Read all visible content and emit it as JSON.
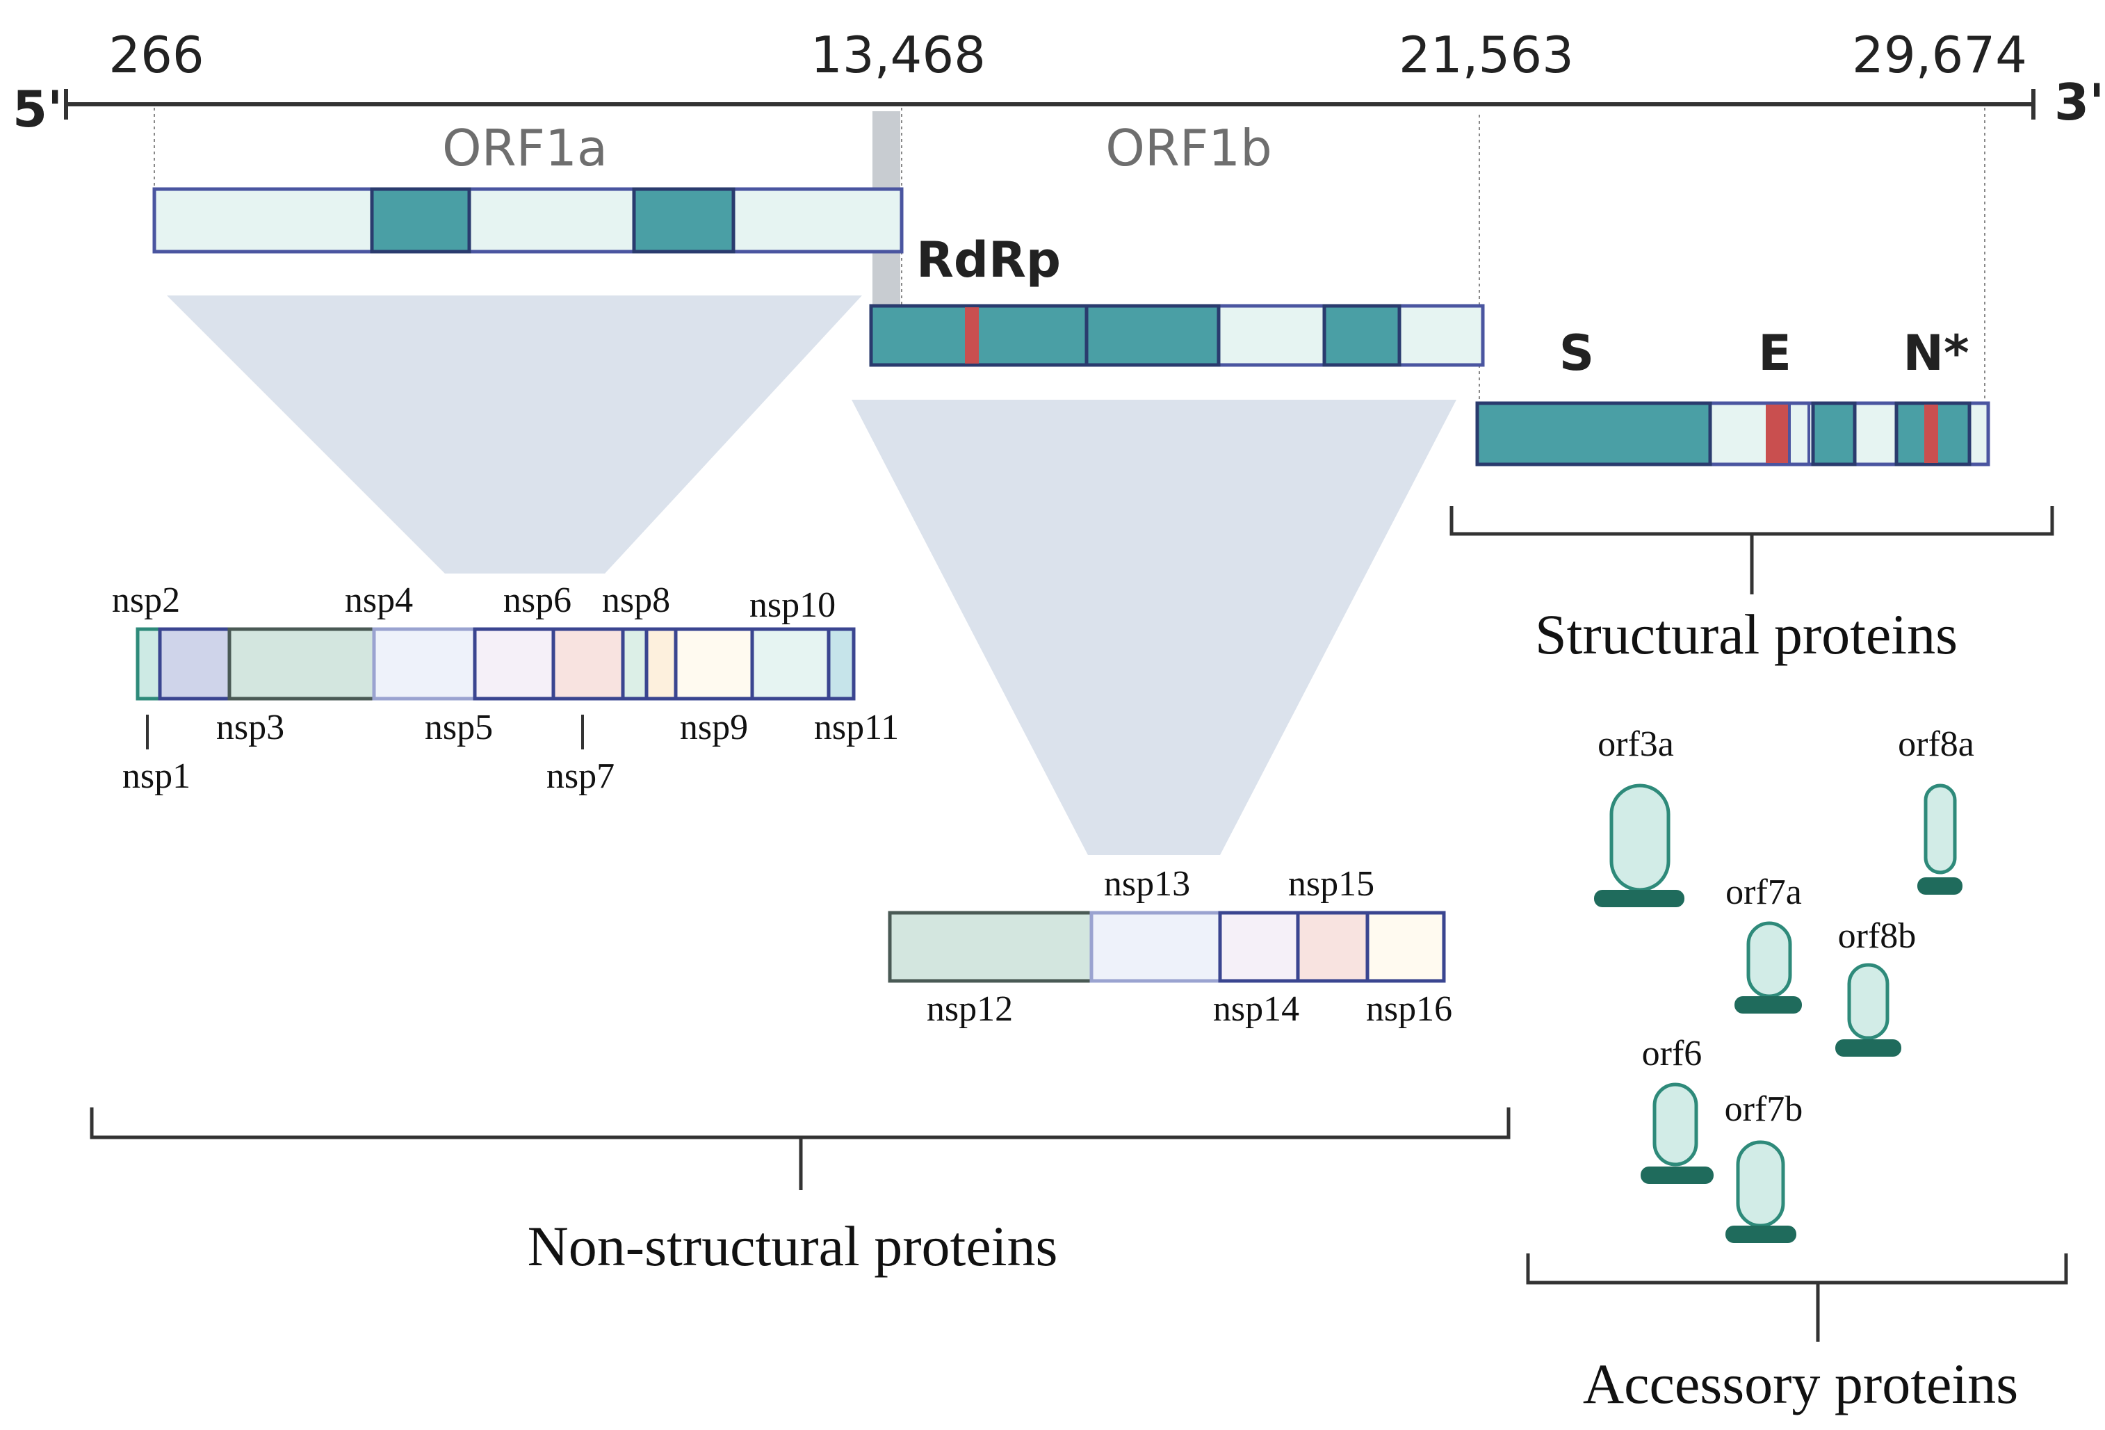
{
  "genome": {
    "five_prime": "5'",
    "three_prime": "3'",
    "positions": [
      "266",
      "13,468",
      "21,563",
      "29,674"
    ]
  },
  "orfs": {
    "orf1a": "ORF1a",
    "orf1b": "ORF1b"
  },
  "labels": {
    "rdrp": "RdRp",
    "s": "S",
    "e": "E",
    "n": "N*"
  },
  "nsp_labels": {
    "nsp1": "nsp1",
    "nsp2": "nsp2",
    "nsp3": "nsp3",
    "nsp4": "nsp4",
    "nsp5": "nsp5",
    "nsp6": "nsp6",
    "nsp7": "nsp7",
    "nsp8": "nsp8",
    "nsp9": "nsp9",
    "nsp10": "nsp10",
    "nsp11": "nsp11",
    "nsp12": "nsp12",
    "nsp13": "nsp13",
    "nsp14": "nsp14",
    "nsp15": "nsp15",
    "nsp16": "nsp16"
  },
  "accessory_labels": {
    "orf3a": "orf3a",
    "orf6": "orf6",
    "orf7a": "orf7a",
    "orf7b": "orf7b",
    "orf8a": "orf8a",
    "orf8b": "orf8b"
  },
  "groups": {
    "structural": "Structural proteins",
    "nonstructural": "Non-structural proteins",
    "accessory": "Accessory proteins"
  },
  "colors": {
    "teal": "#4a9fa5",
    "light_teal": "#e6f4f2",
    "border_blue": "#4a55a0",
    "red_mark": "#c94f4f",
    "projection": "#dbe2ec",
    "accessory_fill": "#d2ece7",
    "accessory_stroke": "#2e8a7a",
    "accessory_base": "#1f6b5c"
  }
}
